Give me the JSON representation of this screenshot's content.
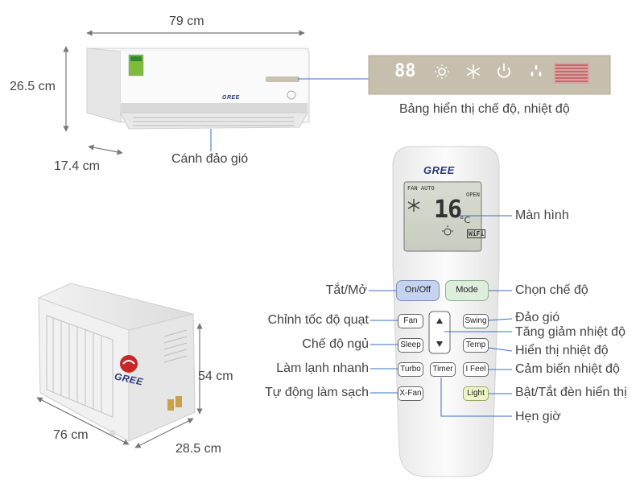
{
  "indoor_unit": {
    "width": "79 cm",
    "height": "26.5 cm",
    "depth": "17.4 cm",
    "brand": "GREE",
    "louver_label": "Cánh đảo gió",
    "display_panel_label": "Bảng hiển thị chế độ, nhiệt độ"
  },
  "display_panel": {
    "digits": "88"
  },
  "outdoor_unit": {
    "width": "76 cm",
    "height": "54 cm",
    "depth": "28.5 cm",
    "brand": "GREE"
  },
  "remote": {
    "brand": "GREE",
    "screen": {
      "fan_text": "FAN AUTO",
      "open_text": "OPEN",
      "temperature": "16",
      "unit": "°C",
      "wifi_text": "WiFi"
    },
    "buttons": {
      "on_off": "On/Off",
      "mode": "Mode",
      "fan": "Fan",
      "swing": "Swing",
      "sleep": "Sleep",
      "temp": "Temp",
      "turbo": "Turbo",
      "timer": "Timer",
      "i_feel": "I Feel",
      "x_fan": "X-Fan",
      "light": "Light"
    },
    "labels": {
      "screen": "Màn hình",
      "on_off": "Tắt/Mở",
      "mode": "Chọn chế độ",
      "fan": "Chỉnh tốc độ quạt",
      "swing": "Đảo gió",
      "temp_adjust": "Tăng giảm nhiệt độ",
      "sleep": "Chế độ ngủ",
      "temp_display": "Hiển thị nhiệt độ",
      "turbo": "Làm lạnh nhanh",
      "i_feel": "Cảm biến nhiệt độ",
      "x_fan": "Tự động làm sạch",
      "light": "Bật/Tắt đèn hiển thị",
      "timer": "Hẹn giờ"
    }
  },
  "colors": {
    "remote_body": "#f3f3f3",
    "panel_bg": "#c7bfae",
    "brand_blue": "#2b3a7a",
    "line": "#3a6fc4"
  }
}
